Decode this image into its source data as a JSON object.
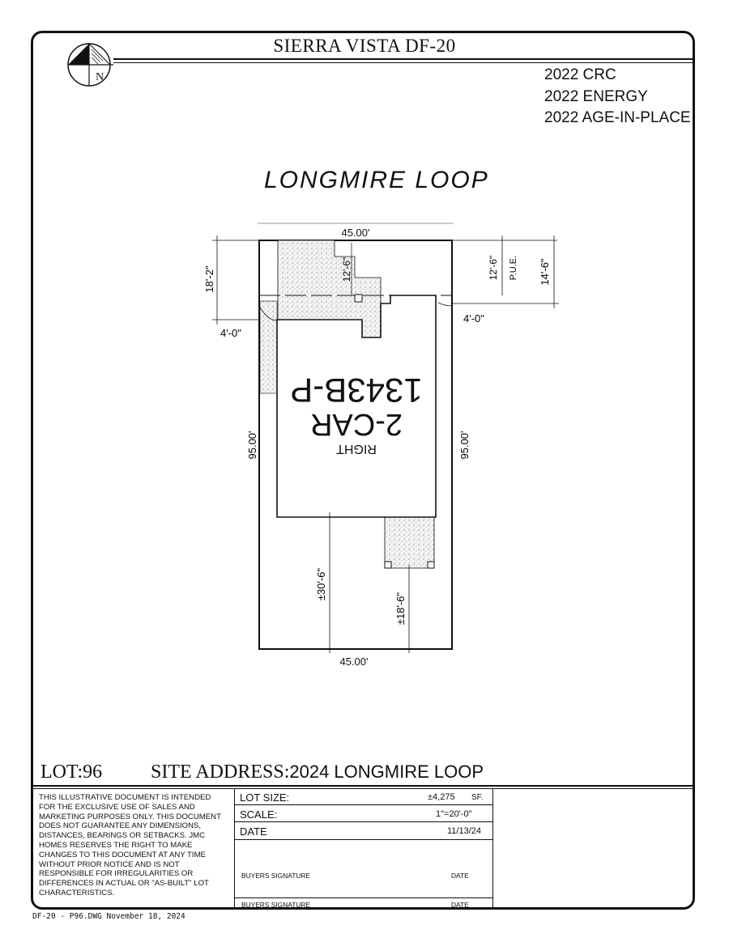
{
  "header": {
    "project_title": "SIERRA VISTA  DF-20",
    "compass_label": "N",
    "codes": [
      "2022 CRC",
      "2022 ENERGY",
      "2022 AGE-IN-PLACE"
    ]
  },
  "site_plan": {
    "street_name": "LONGMIRE  LOOP",
    "plan_name": "1343B-P",
    "garage": "2-CAR",
    "orientation": "RIGHT",
    "dimensions": {
      "front_width": "45.00'",
      "rear_width": "45.00'",
      "left_depth": "95.00'",
      "right_depth": "95.00'",
      "front_setback_left": "18'-2\"",
      "porch_setback": "12'-6\"",
      "pue": "12'-6\"",
      "pue_label": "P.U.E.",
      "front_setback_right": "14'-6\"",
      "side_setback_left": "4'-0\"",
      "side_setback_right": "4'-0\"",
      "rear_setback": "±30'-6\"",
      "patio_setback": "±18'-6\""
    }
  },
  "lot_info": {
    "lot_label": "LOT:96",
    "site_address_label": "SITE ADDRESS:",
    "site_address": "2024  LONGMIRE  LOOP"
  },
  "title_block": {
    "disclaimer": "THIS ILLUSTRATIVE DOCUMENT IS INTENDED FOR THE EXCLUSIVE USE OF SALES AND MARKETING PURPOSES ONLY. THIS DOCUMENT DOES NOT GUARANTEE ANY DIMENSIONS, DISTANCES, BEARINGS OR SETBACKS. JMC HOMES RESERVES THE RIGHT TO MAKE CHANGES TO THIS DOCUMENT AT ANY TIME WITHOUT PRIOR NOTICE AND IS NOT RESPONSIBLE FOR IRREGULARITIES OR DIFFERENCES IN ACTUAL OR \"AS-BUILT\" LOT CHARACTERISTICS.",
    "lot_size_label": "LOT SIZE:",
    "lot_size_value": "±4,275",
    "lot_size_unit": "SF.",
    "scale_label": "SCALE:",
    "scale_value": "1\"=20'-0\"",
    "date_label": "DATE",
    "date_value": "11/13/24",
    "buyers_signature_label": "BUYERS SIGNATURE",
    "sig_date_label": "DATE"
  },
  "footer": {
    "file_info": "DF-20  -  P96.DWG  November  18,  2024"
  }
}
